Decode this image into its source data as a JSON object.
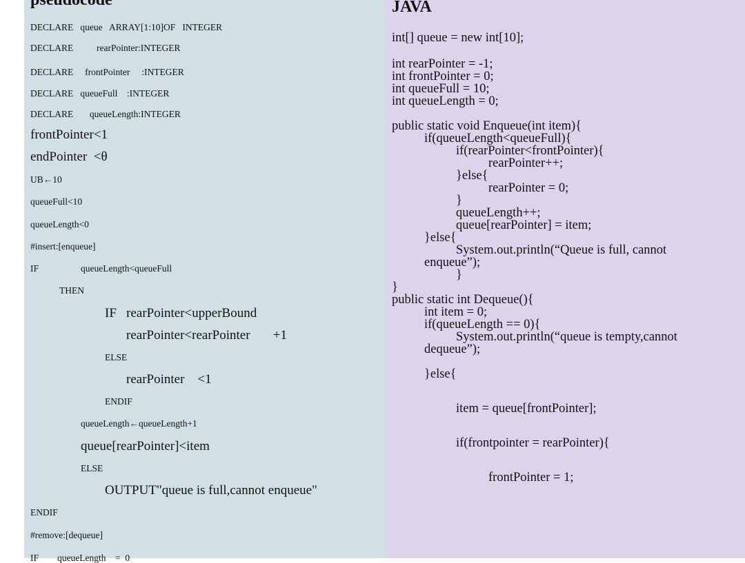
{
  "pseudocode": {
    "heading": "pseudocode",
    "lines": [
      "DECLARE   queue   ARRAY[1:10]OF   INTEGER",
      "DECLARE          rearPointer:INTEGER",
      "DECLARE     frontPointer     :INTEGER",
      "DECLARE   queueFull    :INTEGER",
      "DECLARE       queueLength:INTEGER",
      "frontPointer<1",
      "endPointer  <θ",
      "UB←10",
      "queueFull<10",
      "queueLength<0",
      "#insert:[enqueue]",
      "IF",
      "queueLength<queueFull",
      "THEN",
      "IF   rearPointer<upperBound",
      "rearPointer<rearPointer       +1",
      "ELSE",
      "rearPointer    <1",
      "ENDIF",
      "queueLength←queueLength+1",
      "queue[rearPointer]<item",
      "ELSE",
      "OUTPUT\"queue is full,cannot enqueue\"",
      "ENDIF",
      "#remove:[dequeue]",
      "IF        queueLength    =  0"
    ]
  },
  "java": {
    "heading": "JAVA",
    "lines": [
      "int[] queue = new int[10];",
      "int rearPointer = -1;",
      "int frontPointer = 0;",
      "int queueFull = 10;",
      "int queueLength = 0;",
      "public static void Enqueue(int item){",
      "if(queueLength<queueFull){",
      "if(rearPointer<frontPointer){",
      "rearPointer++;",
      "}else{",
      "rearPointer = 0;",
      "}",
      "queueLength++;",
      "queue[rearPointer] = item;",
      "}else{",
      "System.out.println(“Queue is full, cannot",
      "enqueue”);",
      "}",
      "}",
      "public static int Dequeue(){",
      "int item = 0;",
      "if(queueLength == 0){",
      "System.out.println(“queue is tempty,cannot",
      "dequeue”);",
      "}else{",
      "item = queue[frontPointer];",
      "if(frontpointer = rearPointer){",
      "frontPointer = 1;"
    ]
  }
}
